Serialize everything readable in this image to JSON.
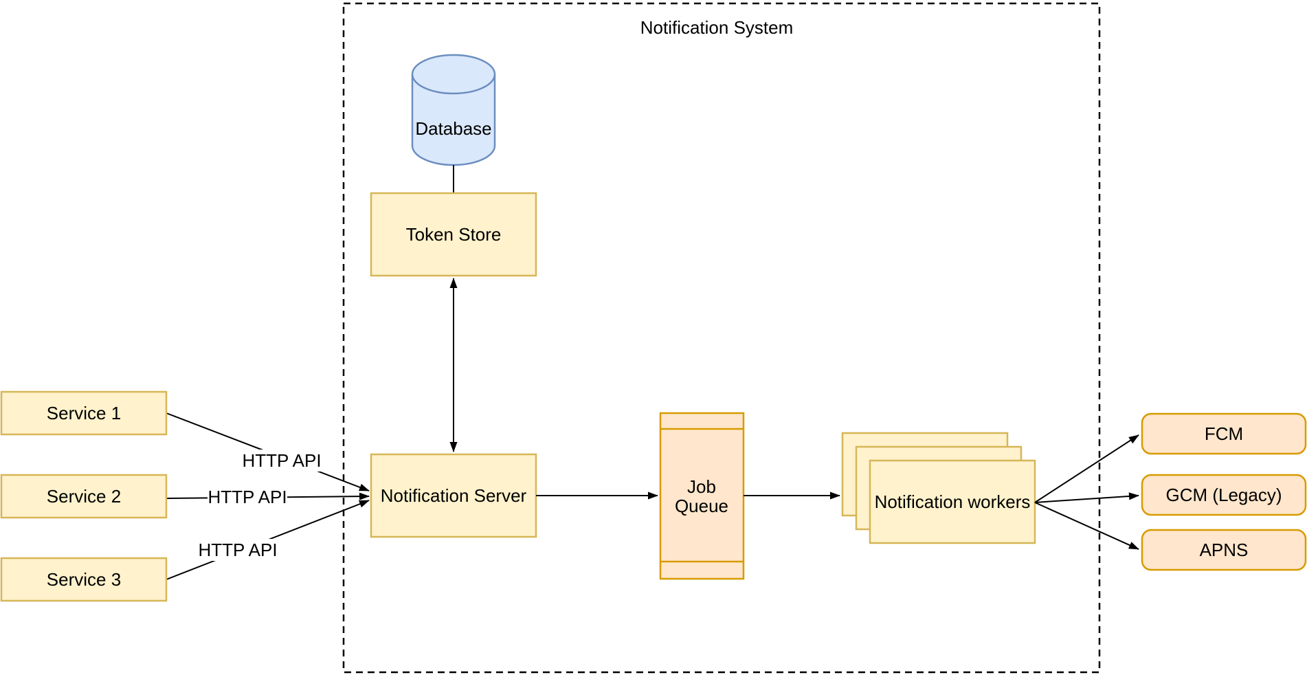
{
  "title": "Notification System",
  "nodes": {
    "service1": "Service 1",
    "service2": "Service 2",
    "service3": "Service 3",
    "database": "Database",
    "token_store": "Token Store",
    "notification_server": "Notification Server",
    "job_queue": {
      "line1": "Job",
      "line2": "Queue"
    },
    "notification_workers": "Notification workers",
    "fcm": "FCM",
    "gcm": "GCM (Legacy)",
    "apns": "APNS"
  },
  "edge_labels": {
    "http_api_1": "HTTP API",
    "http_api_2": "HTTP API",
    "http_api_3": "HTTP API"
  },
  "colors": {
    "background": "#FFFFFF",
    "cream_fill": "#FFF2CC",
    "cream_stroke": "#D6B656",
    "peach_fill": "#FFE6CC",
    "peach_stroke": "#D79B00",
    "blue_fill": "#DAE8FC",
    "blue_stroke": "#6C8EBF",
    "line": "#000000",
    "text": "#000000"
  }
}
